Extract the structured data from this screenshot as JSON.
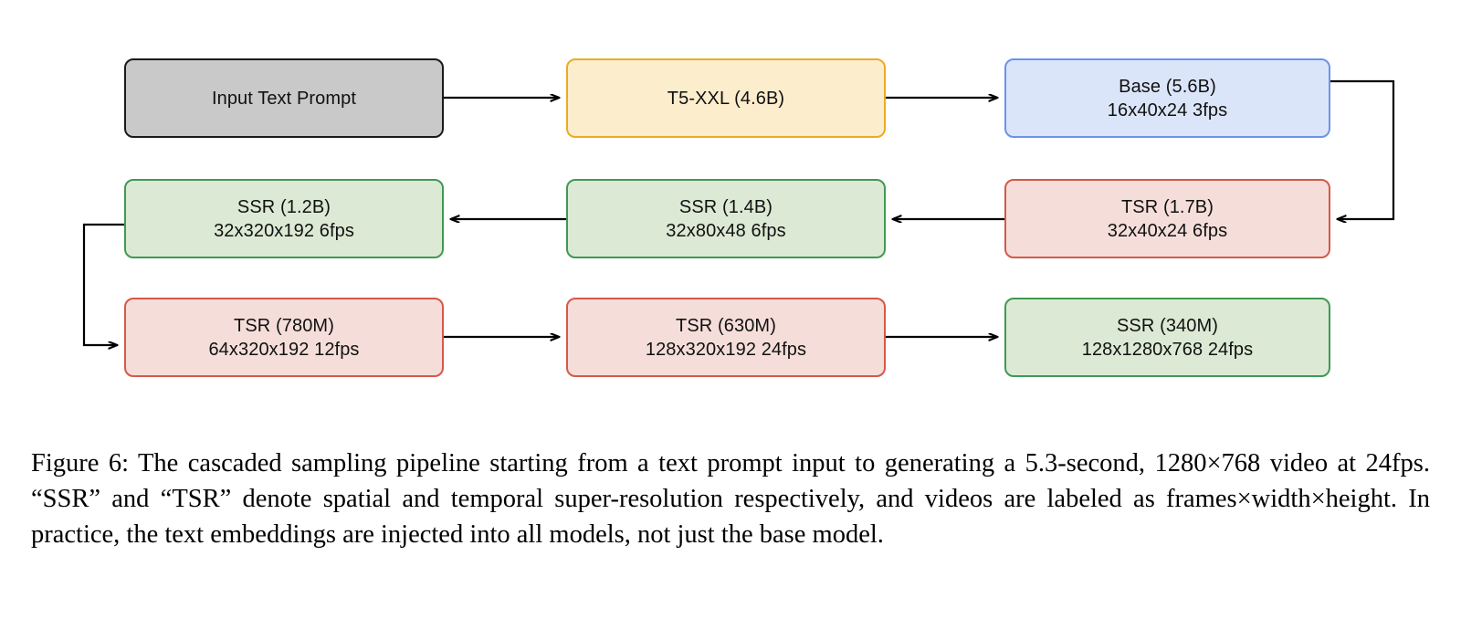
{
  "figure": {
    "nodes": [
      {
        "id": "input-text-prompt",
        "line1": "Input Text Prompt",
        "line2": "",
        "style": "gray",
        "fill": "#c9c9c9",
        "stroke": "#1a1a1a"
      },
      {
        "id": "t5-xxl",
        "line1": "T5-XXL (4.6B)",
        "line2": "",
        "style": "yellow",
        "fill": "#fcedcd",
        "stroke": "#ecab26"
      },
      {
        "id": "base",
        "line1": "Base (5.6B)",
        "line2": "16x40x24 3fps",
        "style": "blue",
        "fill": "#dbe5f9",
        "stroke": "#6c93eb"
      },
      {
        "id": "ssr-1-2b",
        "line1": "SSR (1.2B)",
        "line2": "32x320x192 6fps",
        "style": "green",
        "fill": "#dcead5",
        "stroke": "#3f9a52"
      },
      {
        "id": "ssr-1-4b",
        "line1": "SSR (1.4B)",
        "line2": "32x80x48 6fps",
        "style": "green",
        "fill": "#dcead5",
        "stroke": "#3f9a52"
      },
      {
        "id": "tsr-1-7b",
        "line1": "TSR (1.7B)",
        "line2": "32x40x24 6fps",
        "style": "red",
        "fill": "#f5ded9",
        "stroke": "#d5584a"
      },
      {
        "id": "tsr-780m",
        "line1": "TSR (780M)",
        "line2": "64x320x192 12fps",
        "style": "red",
        "fill": "#f5ded9",
        "stroke": "#d5584a"
      },
      {
        "id": "tsr-630m",
        "line1": "TSR (630M)",
        "line2": "128x320x192 24fps",
        "style": "red",
        "fill": "#f5ded9",
        "stroke": "#d5584a"
      },
      {
        "id": "ssr-340m",
        "line1": "SSR (340M)",
        "line2": "128x1280x768 24fps",
        "style": "green",
        "fill": "#dcead5",
        "stroke": "#3f9a52"
      }
    ],
    "edges": [
      {
        "id": "edge-prompt-to-t5",
        "from": "input-text-prompt",
        "to": "t5-xxl",
        "kind": "straight-right"
      },
      {
        "id": "edge-t5-to-base",
        "from": "t5-xxl",
        "to": "base",
        "kind": "straight-right"
      },
      {
        "id": "edge-base-to-tsr17",
        "from": "base",
        "to": "tsr-1-7b",
        "kind": "wrap-right"
      },
      {
        "id": "edge-tsr17-to-ssr14",
        "from": "tsr-1-7b",
        "to": "ssr-1-4b",
        "kind": "straight-left"
      },
      {
        "id": "edge-ssr14-to-ssr12",
        "from": "ssr-1-4b",
        "to": "ssr-1-2b",
        "kind": "straight-left"
      },
      {
        "id": "edge-ssr12-to-tsr780",
        "from": "ssr-1-2b",
        "to": "tsr-780m",
        "kind": "wrap-left"
      },
      {
        "id": "edge-tsr780-to-tsr630",
        "from": "tsr-780m",
        "to": "tsr-630m",
        "kind": "straight-right"
      },
      {
        "id": "edge-tsr630-to-ssr340",
        "from": "tsr-630m",
        "to": "ssr-340m",
        "kind": "straight-right"
      }
    ],
    "arrow_color": "#000000"
  },
  "caption": {
    "label": "Figure 6:",
    "text": "The cascaded sampling pipeline starting from a text prompt input to generating a 5.3-second, 1280×768 video at 24fps. “SSR” and “TSR” denote spatial and temporal super-resolution respectively, and videos are labeled as frames×width×height. In practice, the text embeddings are injected into all models, not just the base model.",
    "full": "Figure 6: The cascaded sampling pipeline starting from a text prompt input to generating a 5.3-second, 1280×768 video at 24fps. “SSR” and “TSR” denote spatial and temporal super-resolution respectively, and videos are labeled as frames×width×height. In practice, the text embeddings are injected into all models, not just the base model."
  }
}
